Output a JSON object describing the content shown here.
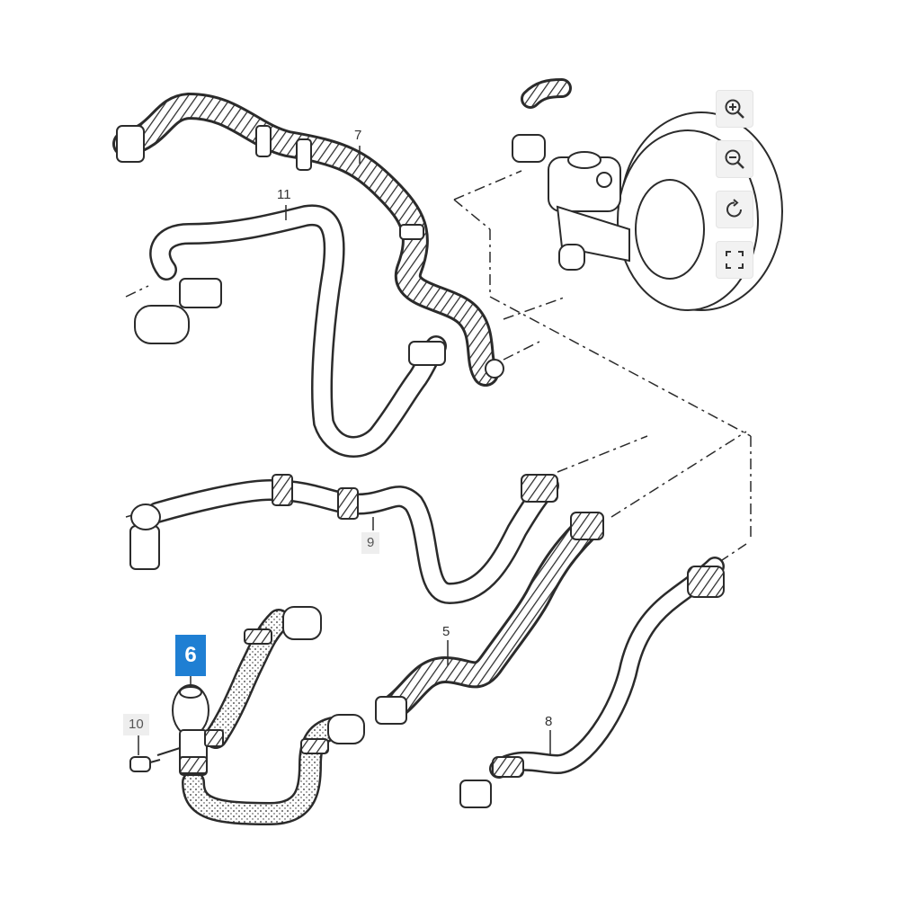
{
  "callouts": {
    "c5": "5",
    "c6": "6",
    "c7": "7",
    "c8": "8",
    "c9": "9",
    "c10": "10",
    "c11": "11"
  },
  "toolbar": {
    "zoom_in_icon": "zoom-in-icon",
    "zoom_out_icon": "zoom-out-icon",
    "rotate_icon": "rotate-icon",
    "fullscreen_icon": "fullscreen-icon"
  },
  "colors": {
    "highlight": "#1f7fd3",
    "line": "#2b2b2b"
  }
}
